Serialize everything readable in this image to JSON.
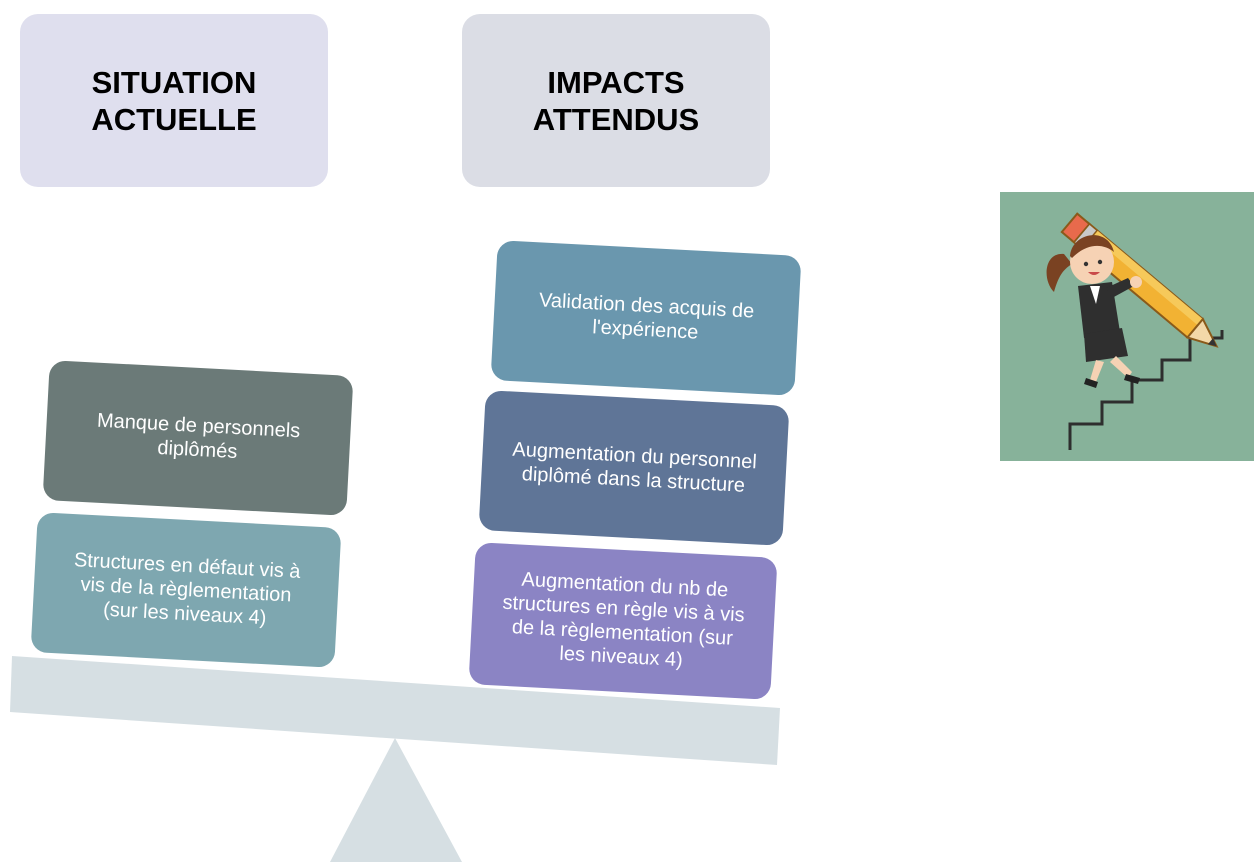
{
  "headers": {
    "situation": "SITUATION\nACTUELLE",
    "impacts": "IMPACTS\nATTENDUS"
  },
  "situation_cards": [
    {
      "text": "Manque de personnels\ndiplômés"
    },
    {
      "text": "Structures en défaut vis à\nvis de la règlementation\n(sur les niveaux 4)"
    }
  ],
  "impact_cards": [
    {
      "text": "Validation des acquis de\nl'expérience"
    },
    {
      "text": "Augmentation du personnel\ndiplômé dans la structure"
    },
    {
      "text": "Augmentation du nb de\nstructures en règle vis à vis\nde la règlementation (sur\nles niveaux 4)"
    }
  ],
  "colors": {
    "header_situation_bg": "#dfdfee",
    "header_impacts_bg": "#dbdde5",
    "card_manque": "#6b7a78",
    "card_structures_defaut": "#7ea7b0",
    "card_vae": "#6a97ae",
    "card_augm_personnel": "#5f7597",
    "card_augm_structures": "#8b84c4",
    "scale": "#d6dfe3",
    "illustration_bg": "#87b29a"
  },
  "illustration": {
    "icon": "woman-climbing-stairs-with-pencil-icon"
  }
}
